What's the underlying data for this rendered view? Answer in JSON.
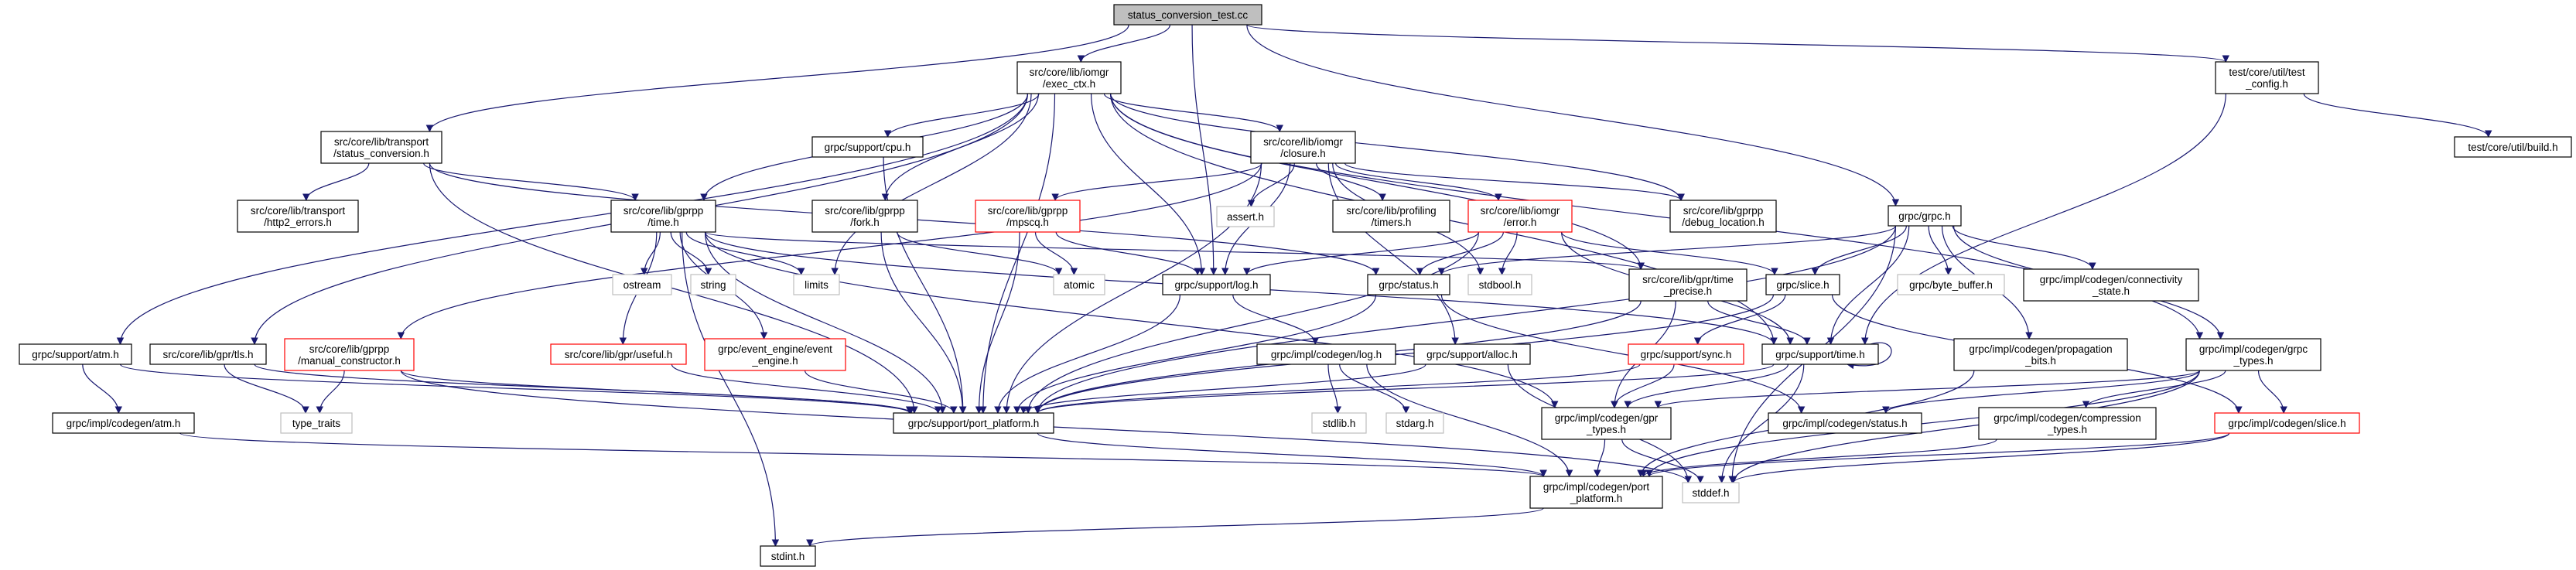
{
  "colors": {
    "edge": "#191970",
    "root_fill": "#bfbfbf",
    "node_border": "#000000",
    "truncated_border": "#ff0000",
    "external_border": "#bfbfbf",
    "node_fill": "#ffffff"
  },
  "nodes": [
    {
      "id": "root",
      "kind": "root",
      "label": [
        "status_conversion_test.cc"
      ]
    },
    {
      "id": "exec_ctx",
      "kind": "normal",
      "label": [
        "src/core/lib/iomgr",
        "/exec_ctx.h"
      ]
    },
    {
      "id": "test_config",
      "kind": "normal",
      "label": [
        "test/core/util/test",
        "_config.h"
      ]
    },
    {
      "id": "status_conv",
      "kind": "normal",
      "label": [
        "src/core/lib/transport",
        "/status_conversion.h"
      ]
    },
    {
      "id": "closure",
      "kind": "normal",
      "label": [
        "src/core/lib/iomgr",
        "/closure.h"
      ]
    },
    {
      "id": "cpu",
      "kind": "normal",
      "label": [
        "grpc/support/cpu.h"
      ]
    },
    {
      "id": "build",
      "kind": "normal",
      "label": [
        "test/core/util/build.h"
      ]
    },
    {
      "id": "http2",
      "kind": "normal",
      "label": [
        "src/core/lib/transport",
        "/http2_errors.h"
      ]
    },
    {
      "id": "gtime",
      "kind": "normal",
      "label": [
        "src/core/lib/gprpp",
        "/time.h"
      ]
    },
    {
      "id": "fork",
      "kind": "normal",
      "label": [
        "src/core/lib/gprpp",
        "/fork.h"
      ]
    },
    {
      "id": "mpscq",
      "kind": "truncated",
      "label": [
        "src/core/lib/gprpp",
        "/mpscq.h"
      ]
    },
    {
      "id": "assert",
      "kind": "external",
      "label": [
        "assert.h"
      ]
    },
    {
      "id": "timers",
      "kind": "normal",
      "label": [
        "src/core/lib/profiling",
        "/timers.h"
      ]
    },
    {
      "id": "error",
      "kind": "truncated",
      "label": [
        "src/core/lib/iomgr",
        "/error.h"
      ]
    },
    {
      "id": "debug_loc",
      "kind": "normal",
      "label": [
        "src/core/lib/gprpp",
        "/debug_location.h"
      ]
    },
    {
      "id": "grpc_h",
      "kind": "normal",
      "label": [
        "grpc/grpc.h"
      ]
    },
    {
      "id": "ostream",
      "kind": "external",
      "label": [
        "ostream"
      ]
    },
    {
      "id": "string",
      "kind": "external",
      "label": [
        "string"
      ]
    },
    {
      "id": "limits",
      "kind": "external",
      "label": [
        "limits"
      ]
    },
    {
      "id": "atomic",
      "kind": "external",
      "label": [
        "atomic"
      ]
    },
    {
      "id": "log",
      "kind": "normal",
      "label": [
        "grpc/support/log.h"
      ]
    },
    {
      "id": "status",
      "kind": "normal",
      "label": [
        "grpc/status.h"
      ]
    },
    {
      "id": "stdbool",
      "kind": "external",
      "label": [
        "stdbool.h"
      ]
    },
    {
      "id": "time_precise",
      "kind": "normal",
      "label": [
        "src/core/lib/gpr/time",
        "_precise.h"
      ]
    },
    {
      "id": "slice",
      "kind": "normal",
      "label": [
        "grpc/slice.h"
      ]
    },
    {
      "id": "byte_buffer",
      "kind": "external",
      "label": [
        "grpc/byte_buffer.h"
      ]
    },
    {
      "id": "connectivity",
      "kind": "normal",
      "label": [
        "grpc/impl/codegen/connectivity",
        "_state.h"
      ]
    },
    {
      "id": "atm",
      "kind": "normal",
      "label": [
        "grpc/support/atm.h"
      ]
    },
    {
      "id": "tls",
      "kind": "normal",
      "label": [
        "src/core/lib/gpr/tls.h"
      ]
    },
    {
      "id": "manual",
      "kind": "truncated",
      "label": [
        "src/core/lib/gprpp",
        "/manual_constructor.h"
      ]
    },
    {
      "id": "useful",
      "kind": "truncated",
      "label": [
        "src/core/lib/gpr/useful.h"
      ]
    },
    {
      "id": "event_engine",
      "kind": "truncated",
      "label": [
        "grpc/event_engine/event",
        "_engine.h"
      ]
    },
    {
      "id": "clog",
      "kind": "normal",
      "label": [
        "grpc/impl/codegen/log.h"
      ]
    },
    {
      "id": "alloc",
      "kind": "normal",
      "label": [
        "grpc/support/alloc.h"
      ]
    },
    {
      "id": "sync",
      "kind": "truncated",
      "label": [
        "grpc/support/sync.h"
      ]
    },
    {
      "id": "stime",
      "kind": "normal",
      "label": [
        "grpc/support/time.h"
      ]
    },
    {
      "id": "propagation",
      "kind": "normal",
      "label": [
        "grpc/impl/codegen/propagation",
        "_bits.h"
      ]
    },
    {
      "id": "grpc_types",
      "kind": "normal",
      "label": [
        "grpc/impl/codegen/grpc",
        "_types.h"
      ]
    },
    {
      "id": "port",
      "kind": "normal",
      "label": [
        "grpc/support/port_platform.h"
      ]
    },
    {
      "id": "stdlib",
      "kind": "external",
      "label": [
        "stdlib.h"
      ]
    },
    {
      "id": "stdarg",
      "kind": "external",
      "label": [
        "stdarg.h"
      ]
    },
    {
      "id": "gpr_types",
      "kind": "normal",
      "label": [
        "grpc/impl/codegen/gpr",
        "_types.h"
      ]
    },
    {
      "id": "cstatus",
      "kind": "normal",
      "label": [
        "grpc/impl/codegen/status.h"
      ]
    },
    {
      "id": "compression",
      "kind": "normal",
      "label": [
        "grpc/impl/codegen/compression",
        "_types.h"
      ]
    },
    {
      "id": "cslice",
      "kind": "truncated",
      "label": [
        "grpc/impl/codegen/slice.h"
      ]
    },
    {
      "id": "atm_c",
      "kind": "normal",
      "label": [
        "grpc/impl/codegen/atm.h"
      ]
    },
    {
      "id": "type_traits",
      "kind": "external",
      "label": [
        "type_traits"
      ]
    },
    {
      "id": "cport",
      "kind": "normal",
      "label": [
        "grpc/impl/codegen/port",
        "_platform.h"
      ]
    },
    {
      "id": "stddef",
      "kind": "external",
      "label": [
        "stddef.h"
      ]
    },
    {
      "id": "stdint",
      "kind": "normal",
      "label": [
        "stdint.h"
      ]
    }
  ],
  "edges": [
    [
      "root",
      "exec_ctx"
    ],
    [
      "root",
      "status_conv"
    ],
    [
      "root",
      "log"
    ],
    [
      "root",
      "grpc_h"
    ],
    [
      "root",
      "test_config"
    ],
    [
      "exec_ctx",
      "atm"
    ],
    [
      "exec_ctx",
      "tls"
    ],
    [
      "exec_ctx",
      "gtime"
    ],
    [
      "exec_ctx",
      "cpu"
    ],
    [
      "exec_ctx",
      "fork"
    ],
    [
      "exec_ctx",
      "closure"
    ],
    [
      "exec_ctx",
      "log"
    ],
    [
      "exec_ctx",
      "port"
    ],
    [
      "exec_ctx",
      "limits"
    ],
    [
      "exec_ctx",
      "debug_loc"
    ],
    [
      "exec_ctx",
      "time_precise"
    ],
    [
      "exec_ctx",
      "stime"
    ],
    [
      "exec_ctx",
      "grpc_types"
    ],
    [
      "test_config",
      "build"
    ],
    [
      "test_config",
      "stime"
    ],
    [
      "status_conv",
      "http2"
    ],
    [
      "status_conv",
      "gtime"
    ],
    [
      "status_conv",
      "status"
    ],
    [
      "status_conv",
      "port"
    ],
    [
      "closure",
      "manual"
    ],
    [
      "closure",
      "mpscq"
    ],
    [
      "closure",
      "assert"
    ],
    [
      "closure",
      "timers"
    ],
    [
      "closure",
      "error"
    ],
    [
      "closure",
      "debug_loc"
    ],
    [
      "closure",
      "stdbool"
    ],
    [
      "closure",
      "log"
    ],
    [
      "closure",
      "port"
    ],
    [
      "closure",
      "alloc"
    ],
    [
      "cpu",
      "port"
    ],
    [
      "gtime",
      "ostream"
    ],
    [
      "gtime",
      "string"
    ],
    [
      "gtime",
      "limits"
    ],
    [
      "gtime",
      "stdint"
    ],
    [
      "gtime",
      "port"
    ],
    [
      "gtime",
      "useful"
    ],
    [
      "gtime",
      "event_engine"
    ],
    [
      "gtime",
      "stime"
    ],
    [
      "gtime",
      "time_precise"
    ],
    [
      "gtime",
      "gpr_types"
    ],
    [
      "fork",
      "atomic"
    ],
    [
      "fork",
      "port"
    ],
    [
      "mpscq",
      "atomic"
    ],
    [
      "mpscq",
      "log"
    ],
    [
      "mpscq",
      "port"
    ],
    [
      "error",
      "log"
    ],
    [
      "error",
      "status"
    ],
    [
      "error",
      "stdbool"
    ],
    [
      "error",
      "slice"
    ],
    [
      "error",
      "port"
    ],
    [
      "error",
      "stime"
    ],
    [
      "grpc_h",
      "status"
    ],
    [
      "grpc_h",
      "slice"
    ],
    [
      "grpc_h",
      "byte_buffer"
    ],
    [
      "grpc_h",
      "connectivity"
    ],
    [
      "grpc_h",
      "propagation"
    ],
    [
      "grpc_h",
      "grpc_types"
    ],
    [
      "grpc_h",
      "port"
    ],
    [
      "grpc_h",
      "stime"
    ],
    [
      "grpc_h",
      "stddef"
    ],
    [
      "log",
      "clog"
    ],
    [
      "log",
      "port"
    ],
    [
      "status",
      "port"
    ],
    [
      "status",
      "cstatus"
    ],
    [
      "time_precise",
      "port"
    ],
    [
      "time_precise",
      "stime"
    ],
    [
      "time_precise",
      "gpr_types"
    ],
    [
      "slice",
      "cslice"
    ],
    [
      "slice",
      "sync"
    ],
    [
      "slice",
      "port"
    ],
    [
      "atm",
      "atm_c"
    ],
    [
      "atm",
      "port"
    ],
    [
      "tls",
      "type_traits"
    ],
    [
      "tls",
      "port"
    ],
    [
      "manual",
      "type_traits"
    ],
    [
      "manual",
      "port"
    ],
    [
      "manual",
      "stddef"
    ],
    [
      "useful",
      "port"
    ],
    [
      "event_engine",
      "port"
    ],
    [
      "clog",
      "stdlib"
    ],
    [
      "clog",
      "stdarg"
    ],
    [
      "clog",
      "cport"
    ],
    [
      "alloc",
      "port"
    ],
    [
      "alloc",
      "stddef"
    ],
    [
      "sync",
      "port"
    ],
    [
      "sync",
      "gpr_types"
    ],
    [
      "stime",
      "port"
    ],
    [
      "stime",
      "gpr_types"
    ],
    [
      "stime",
      "stddef"
    ],
    [
      "stime",
      "stime"
    ],
    [
      "propagation",
      "cport"
    ],
    [
      "grpc_types",
      "cstatus"
    ],
    [
      "grpc_types",
      "compression"
    ],
    [
      "grpc_types",
      "cslice"
    ],
    [
      "grpc_types",
      "gpr_types"
    ],
    [
      "grpc_types",
      "stddef"
    ],
    [
      "grpc_types",
      "cport"
    ],
    [
      "compression",
      "cport"
    ],
    [
      "cslice",
      "stddef"
    ],
    [
      "cslice",
      "cport"
    ],
    [
      "gpr_types",
      "cport"
    ],
    [
      "gpr_types",
      "stddef"
    ],
    [
      "port",
      "cport"
    ],
    [
      "atm_c",
      "cport"
    ],
    [
      "cport",
      "stdint"
    ]
  ]
}
